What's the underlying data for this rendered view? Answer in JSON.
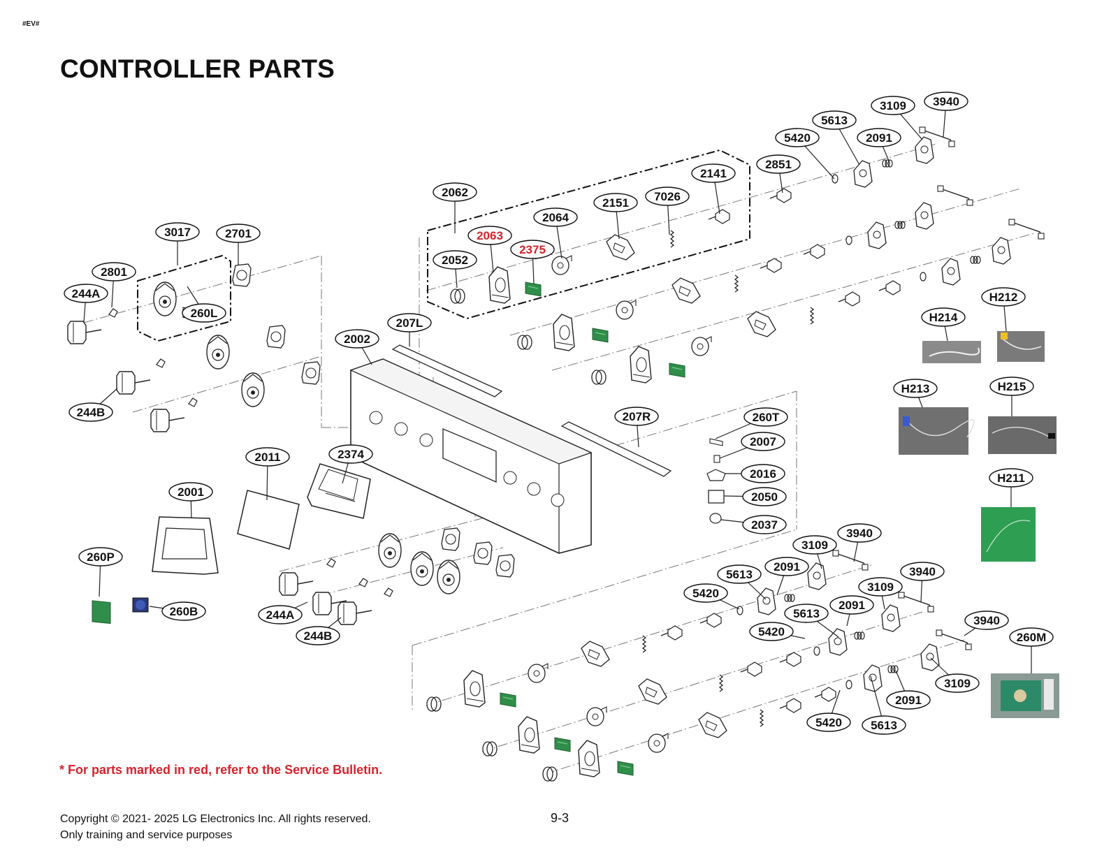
{
  "header": {
    "tag": "#EV#",
    "title": "CONTROLLER PARTS"
  },
  "note": "* For parts marked in red, refer to the Service Bulletin.",
  "footer": {
    "copyright": "Copyright © 2021- 2025 LG Electronics Inc. All rights reserved.",
    "purpose": "Only training and service purposes",
    "page_number": "9-3"
  },
  "colors": {
    "red_label": "#d8232a",
    "board_green": "#2f8f4a",
    "wire_photo": "#7d7d7d"
  },
  "callouts": [
    {
      "id": "3017",
      "red": false
    },
    {
      "id": "2701",
      "red": false
    },
    {
      "id": "2801",
      "red": false
    },
    {
      "id": "244A",
      "red": false
    },
    {
      "id": "260L",
      "red": false
    },
    {
      "id": "244B",
      "red": false
    },
    {
      "id": "2011",
      "red": false
    },
    {
      "id": "2374",
      "red": false
    },
    {
      "id": "2001",
      "red": false
    },
    {
      "id": "260P",
      "red": false
    },
    {
      "id": "260B",
      "red": false
    },
    {
      "id": "244A",
      "red": false
    },
    {
      "id": "244B",
      "red": false
    },
    {
      "id": "2002",
      "red": false
    },
    {
      "id": "207L",
      "red": false
    },
    {
      "id": "2062",
      "red": false
    },
    {
      "id": "2063",
      "red": true
    },
    {
      "id": "2052",
      "red": false
    },
    {
      "id": "2375",
      "red": true
    },
    {
      "id": "2064",
      "red": false
    },
    {
      "id": "2151",
      "red": false
    },
    {
      "id": "7026",
      "red": false
    },
    {
      "id": "2141",
      "red": false
    },
    {
      "id": "2851",
      "red": false
    },
    {
      "id": "5420",
      "red": false
    },
    {
      "id": "5613",
      "red": false
    },
    {
      "id": "3109",
      "red": false
    },
    {
      "id": "3940",
      "red": false
    },
    {
      "id": "2091",
      "red": false
    },
    {
      "id": "207R",
      "red": false
    },
    {
      "id": "260T",
      "red": false
    },
    {
      "id": "2007",
      "red": false
    },
    {
      "id": "2016",
      "red": false
    },
    {
      "id": "2050",
      "red": false
    },
    {
      "id": "2037",
      "red": false
    },
    {
      "id": "H212",
      "red": false
    },
    {
      "id": "H214",
      "red": false
    },
    {
      "id": "H213",
      "red": false
    },
    {
      "id": "H215",
      "red": false
    },
    {
      "id": "H211",
      "red": false
    },
    {
      "id": "3940",
      "red": false
    },
    {
      "id": "3109",
      "red": false
    },
    {
      "id": "2091",
      "red": false
    },
    {
      "id": "5613",
      "red": false
    },
    {
      "id": "5420",
      "red": false
    },
    {
      "id": "3940",
      "red": false
    },
    {
      "id": "3109",
      "red": false
    },
    {
      "id": "2091",
      "red": false
    },
    {
      "id": "5613",
      "red": false
    },
    {
      "id": "5420",
      "red": false
    },
    {
      "id": "3940",
      "red": false
    },
    {
      "id": "260M",
      "red": false
    },
    {
      "id": "3109",
      "red": false
    },
    {
      "id": "2091",
      "red": false
    },
    {
      "id": "5420",
      "red": false
    },
    {
      "id": "5613",
      "red": false
    }
  ]
}
